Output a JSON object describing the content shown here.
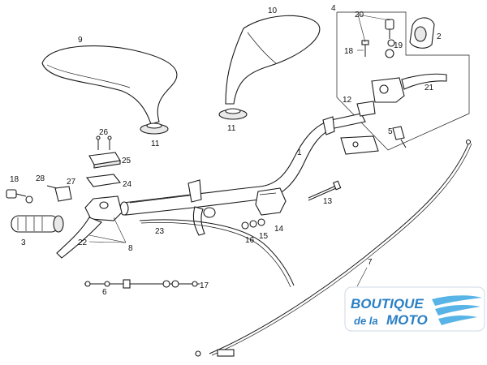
{
  "diagram": {
    "callouts": {
      "c1": "1",
      "c2": "2",
      "c3": "3",
      "c4": "4",
      "c5": "5",
      "c6": "6",
      "c7": "7",
      "c8": "8",
      "c9": "9",
      "c10": "10",
      "c11a": "11",
      "c11b": "11",
      "c12": "12",
      "c13": "13",
      "c14": "14",
      "c15": "15",
      "c16": "16",
      "c17": "17",
      "c18a": "18",
      "c18b": "18",
      "c19": "19",
      "c20": "20",
      "c21": "21",
      "c22": "22",
      "c23": "23",
      "c24": "24",
      "c25": "25",
      "c26": "26",
      "c27": "27",
      "c28": "28"
    }
  },
  "watermark": {
    "line1": "BOUTIQUE",
    "line2_prefix": "de la",
    "line2_brand": "MOTO",
    "brand_color": "#2a7fc4"
  }
}
